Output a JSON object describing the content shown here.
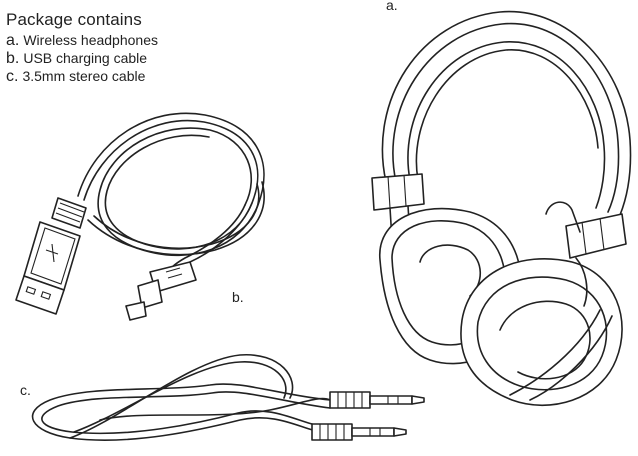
{
  "header": {
    "title": "Package contains"
  },
  "items": [
    {
      "key": "a.",
      "text": "Wireless headphones"
    },
    {
      "key": "b.",
      "text": "USB charging cable"
    },
    {
      "key": "c.",
      "text": "3.5mm stereo cable"
    }
  ],
  "figures": {
    "a": {
      "label": "a.",
      "icon": "headphones-illustration"
    },
    "b": {
      "label": "b.",
      "icon": "usb-cable-illustration"
    },
    "c": {
      "label": "c.",
      "icon": "audio-cable-illustration"
    }
  }
}
